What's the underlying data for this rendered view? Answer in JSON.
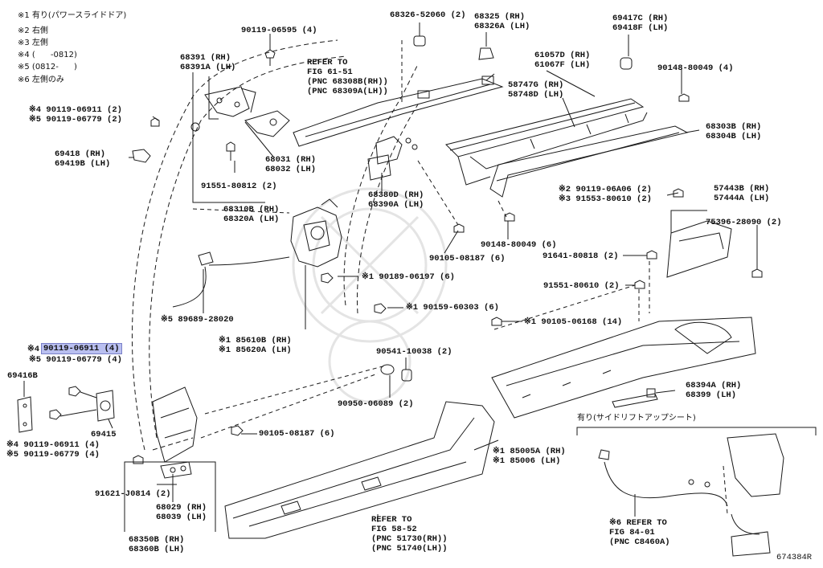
{
  "legend": {
    "notes": [
      "※1 有り(パワースライドドア)",
      "※2 右側",
      "※3 左側",
      "※4 (      -0812)",
      "※5 (0812-      )",
      "※6 左側のみ"
    ]
  },
  "labels": {
    "p90119_06595": "90119-06595 (4)",
    "p68326": "68326-52060 (2)",
    "p68325": "68325 (RH)\n68326A (LH)",
    "p69417": "69417C (RH)\n69418F (LH)",
    "p90148_80049a": "90148-80049 (4)",
    "p68391": "68391 (RH)\n68391A (LH)",
    "refer_61": "REFER TO\nFIG 61-51\n(PNC 68308B(RH))\n(PNC 68309A(LH))",
    "p61057": "61057D (RH)\n61067F (LH)",
    "p58747": "58747G (RH)\n58748D (LH)",
    "p90119_06911a": "※4 90119-06911 (2)\n※5 90119-06779 (2)",
    "p68303": "68303B (RH)\n68304B (LH)",
    "p69418": "69418 (RH)\n69419B (LH)",
    "p68031": "68031 (RH)\n68032 (LH)",
    "p91551_80812": "91551-80812 (2)",
    "p90119_06a06": "※2 90119-06A06 (2)\n※3 91553-80610 (2)",
    "p57443": "57443B (RH)\n57444A (LH)",
    "p68310": "68310B (RH)\n68320A (LH)",
    "p68380": "68380D (RH)\n68390A (LH)",
    "p75396": "75396-28090 (2)",
    "p90148_80049b": "90148-80049 (6)",
    "p90105_08187a": "90105-08187 (6)",
    "p91641": "91641-80818 (2)",
    "p90189": "※1 90189-06197 (6)",
    "p91551_80610": "91551-80610 (2)",
    "p90159": "※1 90159-60303 (6)",
    "p89689": "※5 89689-28020",
    "p90105_06168": "※1 90105-06168 (14)",
    "p85610": "※1 85610B (RH)\n※1 85620A (LH)",
    "p90119_06911b_1": "90119-06911 (4)",
    "p90119_06911b_prefix": "※4",
    "p90119_06779b": "※5 90119-06779 (4)",
    "p90541": "90541-10038 (2)",
    "p69416": "69416B",
    "p68394": "68394A (RH)\n68399 (LH)",
    "p90950": "90950-06089 (2)",
    "p69415": "69415",
    "p90105_08187b": "90105-08187 (6)",
    "p90119_06911c": "※4 90119-06911 (4)\n※5 90119-06779 (4)",
    "p85005": "※1 85005A (RH)\n※1 85006 (LH)",
    "p91621": "91621-J0814 (2)",
    "p68029": "68029 (RH)\n68039 (LH)",
    "p68350": "68350B (RH)\n68360B (LH)",
    "refer_58": "REFER TO\nFIG 58-52\n(PNC 51730(RH))\n(PNC 51740(LH))",
    "refer_84": "※6 REFER TO\nFIG 84-01\n(PNC C8460A)",
    "inset_title": "有り(サイドリフトアップシート)",
    "figure_id": "674384R"
  },
  "colors": {
    "line": "#1a1a1a",
    "highlight": "#b9bff0",
    "watermark": "#e6e6e6"
  }
}
